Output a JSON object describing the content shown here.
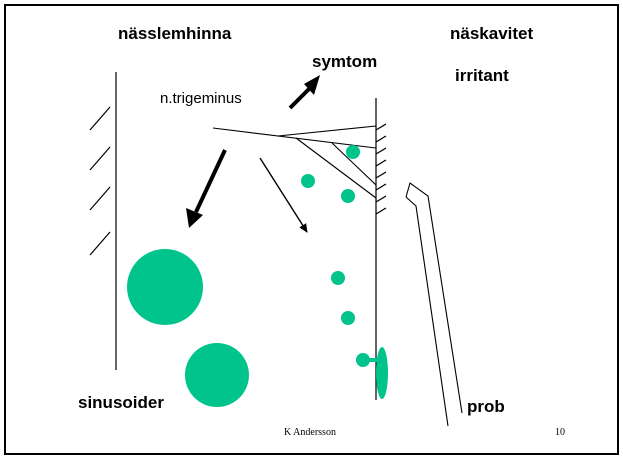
{
  "labels": {
    "nasslemhinna": "nässlemhinna",
    "naskavitet": "näskavitet",
    "symtom": "symtom",
    "irritant": "irritant",
    "trigeminus": "n.trigeminus",
    "sinusoider": "sinusoider",
    "prob": "prob"
  },
  "footer": {
    "author": "K Andersson",
    "page_number": "10"
  },
  "colors": {
    "frame": "#000000",
    "teal": "#00c48c",
    "background": "#ffffff"
  }
}
